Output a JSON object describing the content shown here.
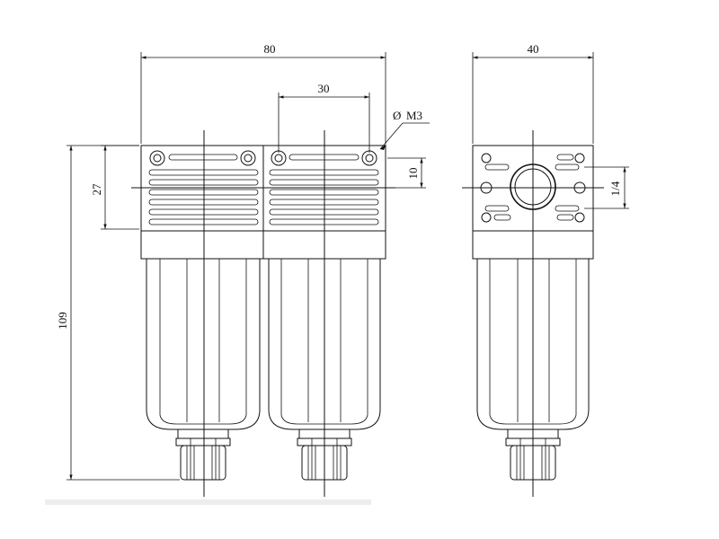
{
  "dimensions": {
    "overall_width": "80",
    "hole_spacing": "30",
    "hole_label": "M3",
    "hole_symbol": "Ø",
    "head_offset": "10",
    "head_height": "27",
    "total_height": "109",
    "side_width": "40",
    "port_size": "1/4"
  }
}
